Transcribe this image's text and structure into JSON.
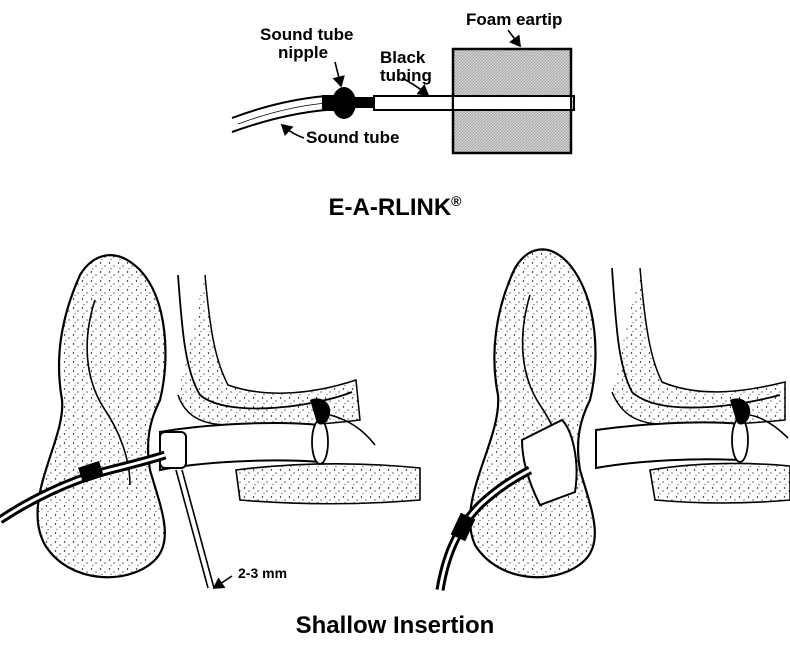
{
  "labels": {
    "sound_tube_nipple_line1": "Sound tube",
    "sound_tube_nipple_line2": "nipple",
    "black_tubing_line1": "Black",
    "black_tubing_line2": "tubing",
    "foam_eartip": "Foam eartip",
    "sound_tube": "Sound tube",
    "dimension": "2-3 mm"
  },
  "titles": {
    "product_name": "E-A-RLINK",
    "product_mark": "®",
    "insertion_caption": "Shallow Insertion"
  },
  "colors": {
    "ink": "#000000",
    "foam_fill": "#c8c8c8",
    "tissue_fill": "#ffffff"
  }
}
